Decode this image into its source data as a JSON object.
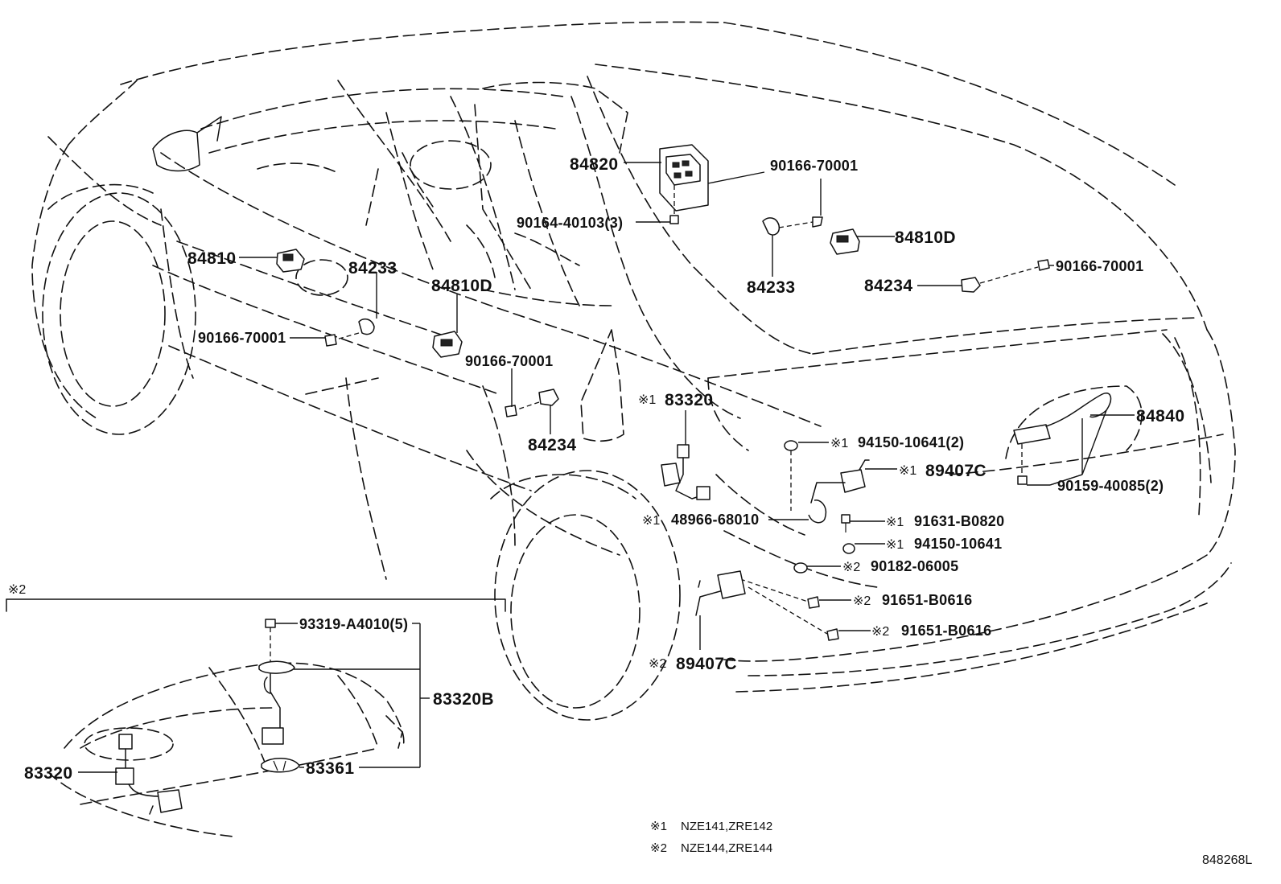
{
  "diagram": {
    "drawing_number": "848268L",
    "legend": [
      {
        "mark": "※1",
        "text": "NZE141,ZRE142"
      },
      {
        "mark": "※2",
        "text": "NZE144,ZRE144"
      }
    ],
    "inset_mark": "※2",
    "parts": {
      "p84820": "84820",
      "p90166_top": "90166-70001",
      "p90164": "90164-40103(3)",
      "p84810D_right": "84810D",
      "p84233_right": "84233",
      "p90166_right": "90166-70001",
      "p84234_right": "84234",
      "p84810": "84810",
      "p84233_left": "84233",
      "p84810D_left": "84810D",
      "p90166_left": "90166-70001",
      "p90166_mid": "90166-70001",
      "p84234_left": "84234",
      "p83320": "83320",
      "p83320_mark": "※1",
      "p84840": "84840",
      "p94150_2": "94150-10641(2)",
      "p94150_2_mark": "※1",
      "p89407C_top": "89407C",
      "p89407C_top_mark": "※1",
      "p90159": "90159-40085(2)",
      "p91631": "91631-B0820",
      "p91631_mark": "※1",
      "p48966": "48966-68010",
      "p48966_mark": "※1",
      "p94150": "94150-10641",
      "p94150_mark": "※1",
      "p90182": "90182-06005",
      "p90182_mark": "※2",
      "p91651_a": "91651-B0616",
      "p91651_a_mark": "※2",
      "p91651_b": "91651-B0616",
      "p91651_b_mark": "※2",
      "p89407C_bot": "89407C",
      "p89407C_bot_mark": "※2",
      "p93319": "93319-A4010(5)",
      "p83320B": "83320B",
      "p83361": "83361",
      "p83320_inset": "83320"
    }
  }
}
